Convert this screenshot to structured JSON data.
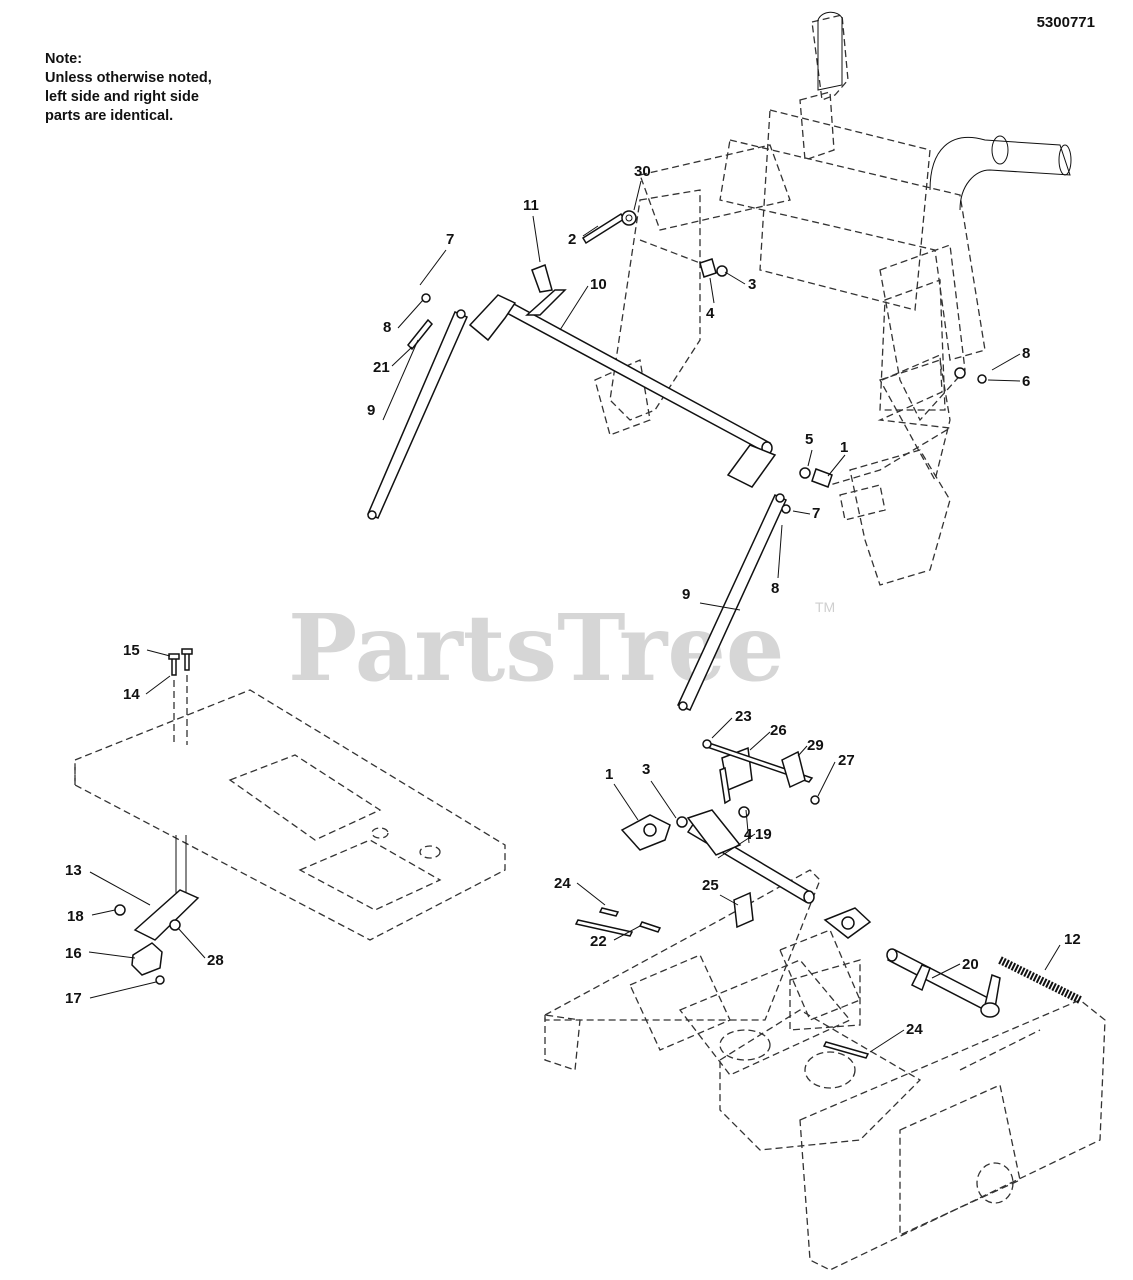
{
  "document": {
    "part_number": "5300771",
    "note": {
      "heading": "Note:",
      "lines": [
        "Unless otherwise noted,",
        "left side and right side",
        "parts are identical."
      ]
    },
    "watermark": {
      "text": "PartsTree",
      "trademark": "TM"
    }
  },
  "callouts": [
    {
      "label": "30"
    },
    {
      "label": "11"
    },
    {
      "label": "7"
    },
    {
      "label": "2"
    },
    {
      "label": "10"
    },
    {
      "label": "3"
    },
    {
      "label": "8"
    },
    {
      "label": "4"
    },
    {
      "label": "21"
    },
    {
      "label": "8"
    },
    {
      "label": "6"
    },
    {
      "label": "9"
    },
    {
      "label": "5"
    },
    {
      "label": "1"
    },
    {
      "label": "7"
    },
    {
      "label": "8"
    },
    {
      "label": "9"
    },
    {
      "label": "15"
    },
    {
      "label": "14"
    },
    {
      "label": "23"
    },
    {
      "label": "26"
    },
    {
      "label": "29"
    },
    {
      "label": "27"
    },
    {
      "label": "1"
    },
    {
      "label": "3"
    },
    {
      "label": "4"
    },
    {
      "label": "19"
    },
    {
      "label": "13"
    },
    {
      "label": "24"
    },
    {
      "label": "25"
    },
    {
      "label": "12"
    },
    {
      "label": "18"
    },
    {
      "label": "22"
    },
    {
      "label": "20"
    },
    {
      "label": "16"
    },
    {
      "label": "28"
    },
    {
      "label": "17"
    },
    {
      "label": "24"
    }
  ]
}
